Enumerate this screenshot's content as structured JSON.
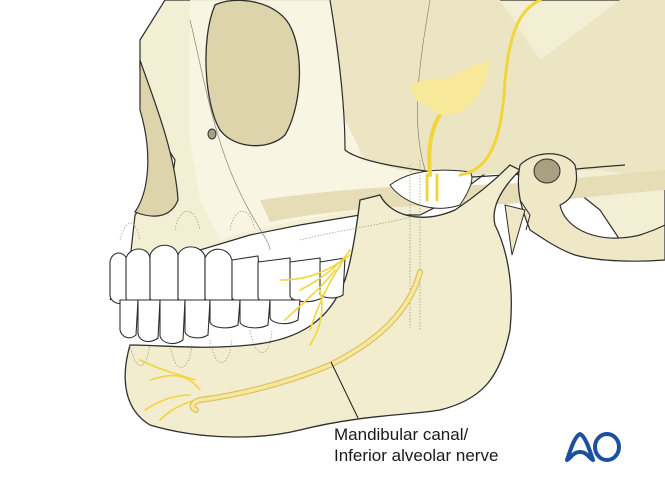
{
  "figure": {
    "subject": "Skull lateral view — mandible with inferior alveolar nerve",
    "colors": {
      "bone_light": "#f8f6e4",
      "bone_mid": "#efe8c6",
      "bone_shadow": "#e2d9b0",
      "bone_dark": "#d6cc9e",
      "outline": "#2e2e2e",
      "nerve": "#f2d53c",
      "nerve_light": "#f8e89a",
      "teeth": "#ffffff",
      "condyle_dark": "#a8a081",
      "logo_blue": "#1c4fa0"
    }
  },
  "annotation": {
    "line1": "Mandibular canal/",
    "line2": "Inferior alveolar nerve"
  },
  "logo": {
    "text": "AO"
  }
}
